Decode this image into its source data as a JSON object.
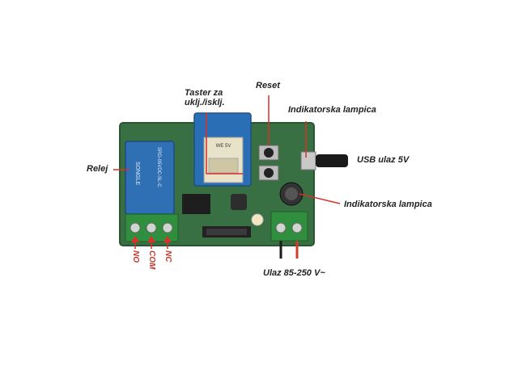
{
  "labels": {
    "taster": "Taster za",
    "taster2": "uklj./isklj.",
    "reset": "Reset",
    "indikator_top": "Indikatorska lampica",
    "usb": "USB ulaz 5V",
    "relej": "Relej",
    "indikator_mid": "Indikatorska lampica",
    "power": "Ulaz 85-250 V~",
    "no": "NO",
    "com": "COM",
    "nc": "NC"
  },
  "relay_text": {
    "brand": "SONGLE",
    "model": "SRD-05VDC-SL-C"
  },
  "module_text": "WE 5V",
  "colors": {
    "pcb": "#3d7a4a",
    "relay": "#2f6fb3",
    "terminal": "#2f8f3e",
    "leader": "#d9302a",
    "wire_red": "#d43b2b",
    "wire_black": "#1a1a1a"
  }
}
